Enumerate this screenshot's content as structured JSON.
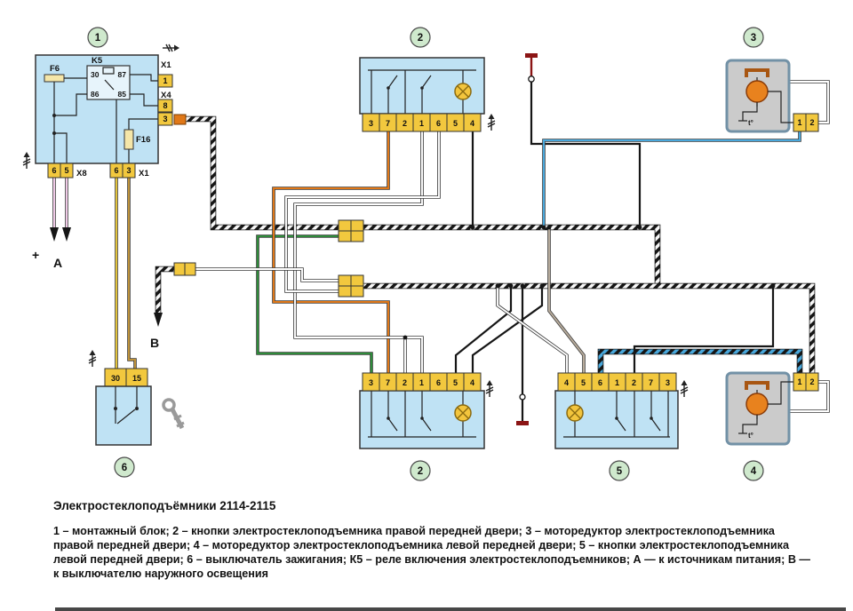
{
  "title": "Электростеклоподъёмники 2114-2115",
  "legend_text": "1 – монтажный блок; 2 – кнопки электростеклоподъемника правой передней двери; 3 – моторедуктор электростеклоподъемника правой передней двери; 4 – моторедуктор электростеклоподъемника левой передней двери; 5 – кнопки электростеклоподъемника левой передней двери; 6 – выключатель зажигания; К5 – реле включения электростеклоподъемников; А — к источникам питания; В — к выключателю наружного освещения",
  "callouts": {
    "n1": "1",
    "n2": "2",
    "n3": "3",
    "n4": "4",
    "n5": "5",
    "n6": "6"
  },
  "block1": {
    "fuse_f6": "F6",
    "relay_name": "K5",
    "fuse_f16": "F16",
    "conn_x1_top": "X1",
    "conn_x4": "X4",
    "conn_x8": "X8",
    "conn_x1_bottom": "X1",
    "pins_right": [
      "1",
      "8",
      "3"
    ],
    "relay_pins": {
      "p30": "30",
      "p87": "87",
      "p86": "86",
      "p85": "85"
    },
    "x8_pins": [
      "6",
      "5"
    ],
    "x1_pins": [
      "6",
      "3"
    ]
  },
  "window_switch_right": {
    "pins": [
      "3",
      "7",
      "2",
      "1",
      "6",
      "5",
      "4"
    ]
  },
  "window_switch_right_lower": {
    "pins": [
      "3",
      "7",
      "2",
      "1",
      "6",
      "5",
      "4"
    ]
  },
  "window_switch_left": {
    "pins": [
      "4",
      "5",
      "6",
      "1",
      "2",
      "7",
      "3"
    ]
  },
  "motor_right": {
    "pins": [
      "1",
      "2"
    ],
    "thermal": "t°"
  },
  "motor_left": {
    "pins": [
      "1",
      "2"
    ],
    "thermal": "t°"
  },
  "ignition_switch": {
    "pins": [
      "30",
      "15"
    ]
  },
  "markers": {
    "plus": "+",
    "power": "A",
    "lights": "B"
  },
  "colors": {
    "block_fill": "#bfe2f4",
    "connector_yellow": "#f2c83e",
    "callout_fill": "#cfe9cd",
    "motor_orange": "#e8821e",
    "harness_dark": "#161616",
    "wire_blue": "#49a8dc",
    "wire_green": "#2e8b3a",
    "wire_orange": "#e07818",
    "wire_yellow": "#e2c23a",
    "wire_brown": "#bd9139",
    "wire_pink": "#efc9e6",
    "wire_gray": "#b7ab9b",
    "ground_red": "#8b1515",
    "motor_box_border": "#7291a6"
  }
}
